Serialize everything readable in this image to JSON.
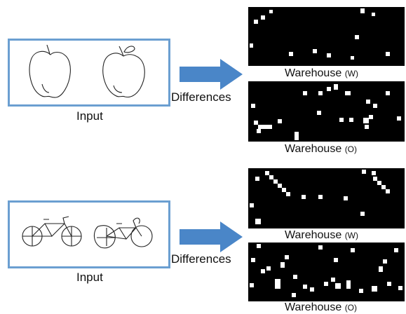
{
  "rows": [
    {
      "input_label": "Input",
      "differences_label": "Differences",
      "panel_w_label": "Warehouse",
      "panel_w_sub": "(W)",
      "panel_o_label": "Warehouse",
      "panel_o_sub": "(O)",
      "sketch_objects": [
        "apple",
        "apple"
      ]
    },
    {
      "input_label": "Input",
      "differences_label": "Differences",
      "panel_w_label": "Warehouse",
      "panel_w_sub": "(W)",
      "panel_o_label": "Warehouse",
      "panel_o_sub": "(O)",
      "sketch_objects": [
        "bicycle",
        "bicycle"
      ]
    }
  ],
  "colors": {
    "box_border": "#6b9fd1",
    "arrow_fill": "#4a86c8",
    "panel_bg": "#000000",
    "pixel": "#ffffff"
  }
}
